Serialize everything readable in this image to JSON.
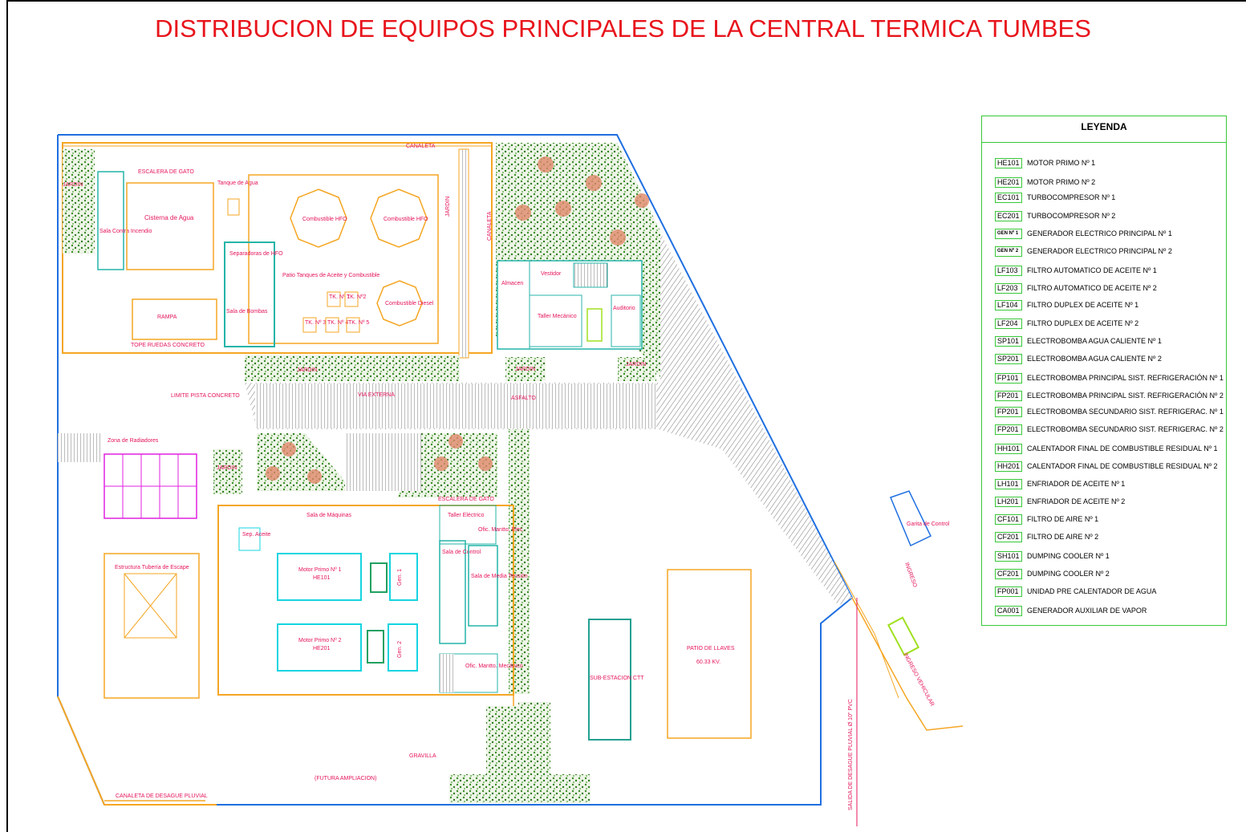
{
  "title": "DISTRIBUCION DE EQUIPOS PRINCIPALES DE LA CENTRAL TERMICA TUMBES",
  "colors": {
    "title": "#e8141c",
    "label": "#e4145a",
    "wall": "#f5a623",
    "boundary": "#1e6fe0",
    "equipment": "#15d4e0",
    "vegetation": "#3c8c28",
    "legend_border": "#38c838"
  },
  "legend": {
    "title": "LEYENDA",
    "items": [
      {
        "code": "HE101",
        "desc": "MOTOR PRIMO Nº 1"
      },
      {
        "code": "HE201",
        "desc": "MOTOR PRIMO Nº 2"
      },
      {
        "code": "EC101",
        "desc": "TURBOCOMPRESOR Nº 1"
      },
      {
        "code": "EC201",
        "desc": "TURBOCOMPRESOR Nº 2"
      },
      {
        "code": "GEN Nº 1",
        "desc": "GENERADOR ELECTRICO PRINCIPAL Nº 1"
      },
      {
        "code": "GEN Nº 2",
        "desc": "GENERADOR ELECTRICO PRINCIPAL Nº 2"
      },
      {
        "code": "LF103",
        "desc": "FILTRO AUTOMATICO DE ACEITE Nº 1"
      },
      {
        "code": "LF203",
        "desc": "FILTRO AUTOMATICO DE ACEITE Nº 2"
      },
      {
        "code": "LF104",
        "desc": "FILTRO DUPLEX DE ACEITE Nº 1"
      },
      {
        "code": "LF204",
        "desc": "FILTRO DUPLEX DE ACEITE Nº 2"
      },
      {
        "code": "SP101",
        "desc": "ELECTROBOMBA AGUA CALIENTE Nº 1"
      },
      {
        "code": "SP201",
        "desc": "ELECTROBOMBA AGUA CALIENTE Nº 2"
      },
      {
        "code": "FP101",
        "desc": "ELECTROBOMBA  PRINCIPAL SIST. REFRIGERACIÓN Nº 1"
      },
      {
        "code": "FP201",
        "desc": "ELECTROBOMBA  PRINCIPAL SIST. REFRIGERACIÓN Nº 2"
      },
      {
        "code": "FP201",
        "desc": "ELECTROBOMBA  SECUNDARIO SIST. REFRIGERAC. Nº 1"
      },
      {
        "code": "FP201",
        "desc": "ELECTROBOMBA  SECUNDARIO SIST. REFRIGERAC. Nº  2"
      },
      {
        "code": "HH101",
        "desc": "CALENTADOR FINAL DE COMBUSTIBLE RESIDUAL Nº 1"
      },
      {
        "code": "HH201",
        "desc": "CALENTADOR FINAL DE COMBUSTIBLE RESIDUAL Nº 2"
      },
      {
        "code": "LH101",
        "desc": "ENFRIADOR DE ACEITE Nº 1"
      },
      {
        "code": "LH201",
        "desc": "ENFRIADOR DE ACEITE Nº 2"
      },
      {
        "code": "CF101",
        "desc": "FILTRO DE AIRE Nº 1"
      },
      {
        "code": "CF201",
        "desc": "FILTRO DE AIRE Nº 2"
      },
      {
        "code": "SH101",
        "desc": "DUMPING COOLER Nº 1"
      },
      {
        "code": "CF201",
        "desc": "DUMPING COOLER Nº 2"
      },
      {
        "code": "FP001",
        "desc": "UNIDAD PRE CALENTADOR DE AGUA"
      },
      {
        "code": "CA001",
        "desc": "GENERADOR AUXILIAR DE VAPOR"
      }
    ]
  },
  "plan": {
    "jardin": "JARDIN",
    "escalera_gato": "ESCALERA DE GATO",
    "sala_contra_incendio": "Sala Contra Incendio",
    "cisterna": "Cisterna de Agua",
    "tanque_agua": "Tanque de Agua",
    "canaleta": "CANALETA",
    "combustible_hfo": "Combustible HFO",
    "combustible_diesel": "Combustible Diesel",
    "separadoras": "Separadoras de HFO",
    "patio_tanques": "Patio Tanques de Aceite y Combustible",
    "sala_bombas": "Sala de Bombas",
    "rampa": "RAMPA",
    "tope_ruedas": "TOPE RUEDAS CONCRETO",
    "tk1": "TK. Nº 1",
    "tk2": "TK. Nº2",
    "tk3": "TK. Nº 3",
    "tk4": "TK. Nº 4",
    "tk5": "TK. Nº 5",
    "almacen": "Almacen",
    "vestidor": "Vestidor",
    "taller_mecanico": "Taller Mecánico",
    "auditorio": "Auditorio",
    "limite_pista": "LIMITE PISTA CONCRETO",
    "via_externa": "VIA EXTERNA",
    "asfalto": "ASFALTO",
    "zona_radiadores": "Zona de Radiadores",
    "estructura_tuberia": "Estructura Tubería de Escape",
    "sala_maquinas": "Sala de Máquinas",
    "sep_aceite": "Sep. Aceite",
    "motor1": "Motor Primo Nº 1",
    "motor1_code": "HE101",
    "motor2": "Motor Primo Nº 2",
    "motor2_code": "HE201",
    "gen1": "Gen. 1",
    "gen2": "Gen. 2",
    "taller_electrico": "Taller Eléctrico",
    "ofic_mantto_elec": "Ofic. Mantto. Elec.",
    "sala_control": "Sala de Control",
    "sala_media_tension": "Sala de Media Tensión",
    "ofic_mantto_mecanico": "Ofic. Mantto. Mecánico",
    "sub_estacion": "SUB-ESTACION CTT",
    "patio_llaves": "PATIO DE LLAVES",
    "patio_llaves_kv": "60.33 KV.",
    "garita": "Garita de Control",
    "ingreso": "INGRESO",
    "ingreso_vehicular": "INGRESO VEHICULAR",
    "salida_desague": "SALIDA DE DESAGUE PLUVIAL  Ø 10\" PVC",
    "gravilla": "GRAVILLA",
    "futura_ampliacion": "(FUTURA AMPLIACION)",
    "canaleta_desague": "CANALETA DE DESAGUE PLUVIAL"
  }
}
